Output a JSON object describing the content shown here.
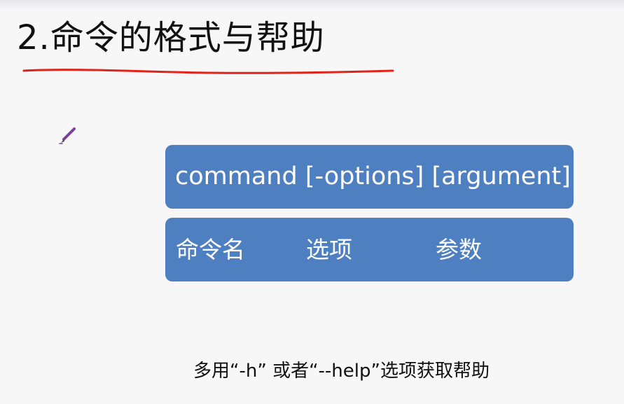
{
  "slide": {
    "title": "2.命令的格式与帮助",
    "syntax": "command [-options] [argument]",
    "parts": {
      "name": "命令名",
      "options": "选项",
      "argument": "参数"
    },
    "hint": "多用“-h” 或者“--help”选项获取帮助"
  },
  "icons": {
    "annotation_tool": "pen-icon"
  },
  "colors": {
    "box_fill": "#4e80c1",
    "underline": "#e0231b",
    "pen": "#7a3fa0"
  }
}
